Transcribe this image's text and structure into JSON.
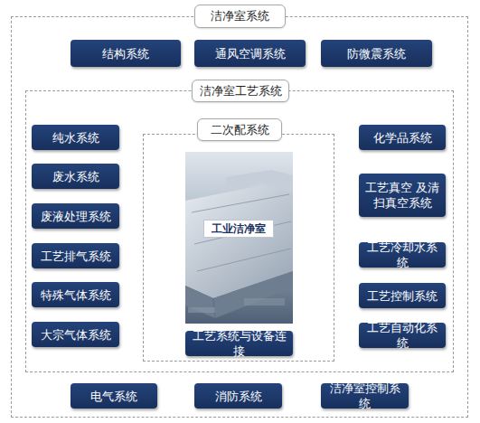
{
  "diagram": {
    "nodes": [
      {
        "text": [
          "洁净室系统"
        ]
      },
      {
        "text": [
          "结构系统"
        ],
        "in": 0
      },
      {
        "text": [
          "通风空调系统"
        ],
        "in": 0
      },
      {
        "text": [
          "防微震系统"
        ],
        "in": 0
      },
      {
        "text": [
          "洁净室工艺系统"
        ],
        "in": 0
      },
      {
        "text": [
          "纯水系统"
        ],
        "in": 4
      },
      {
        "text": [
          "废水系统"
        ],
        "in": 4
      },
      {
        "text": [
          "废液处理系统"
        ],
        "in": 4
      },
      {
        "text": [
          "工艺排气系统"
        ],
        "in": 4
      },
      {
        "text": [
          "特殊气体系统"
        ],
        "in": 4
      },
      {
        "text": [
          "大宗气体系统"
        ],
        "in": 4
      },
      {
        "text": [
          "二次配系统"
        ],
        "in": 4
      },
      {
        "text": [
          "工业洁净室"
        ],
        "in": 11
      },
      {
        "text": [
          "工艺系统与设备连接"
        ],
        "in": 11
      },
      {
        "text": [
          "化学品系统"
        ],
        "in": 4
      },
      {
        "text": [
          "工艺真空 及清扫真空系统"
        ],
        "in": 4
      },
      {
        "text": [
          "工艺冷却水系统"
        ],
        "in": 4
      },
      {
        "text": [
          "工艺控制系统"
        ],
        "in": 4
      },
      {
        "text": [
          "工艺自动化系统"
        ],
        "in": 4
      },
      {
        "text": [
          "电气系统"
        ],
        "in": 0
      },
      {
        "text": [
          "消防系统"
        ],
        "in": 0
      },
      {
        "text": [
          "洁净室控制系统"
        ],
        "in": 0
      }
    ]
  }
}
